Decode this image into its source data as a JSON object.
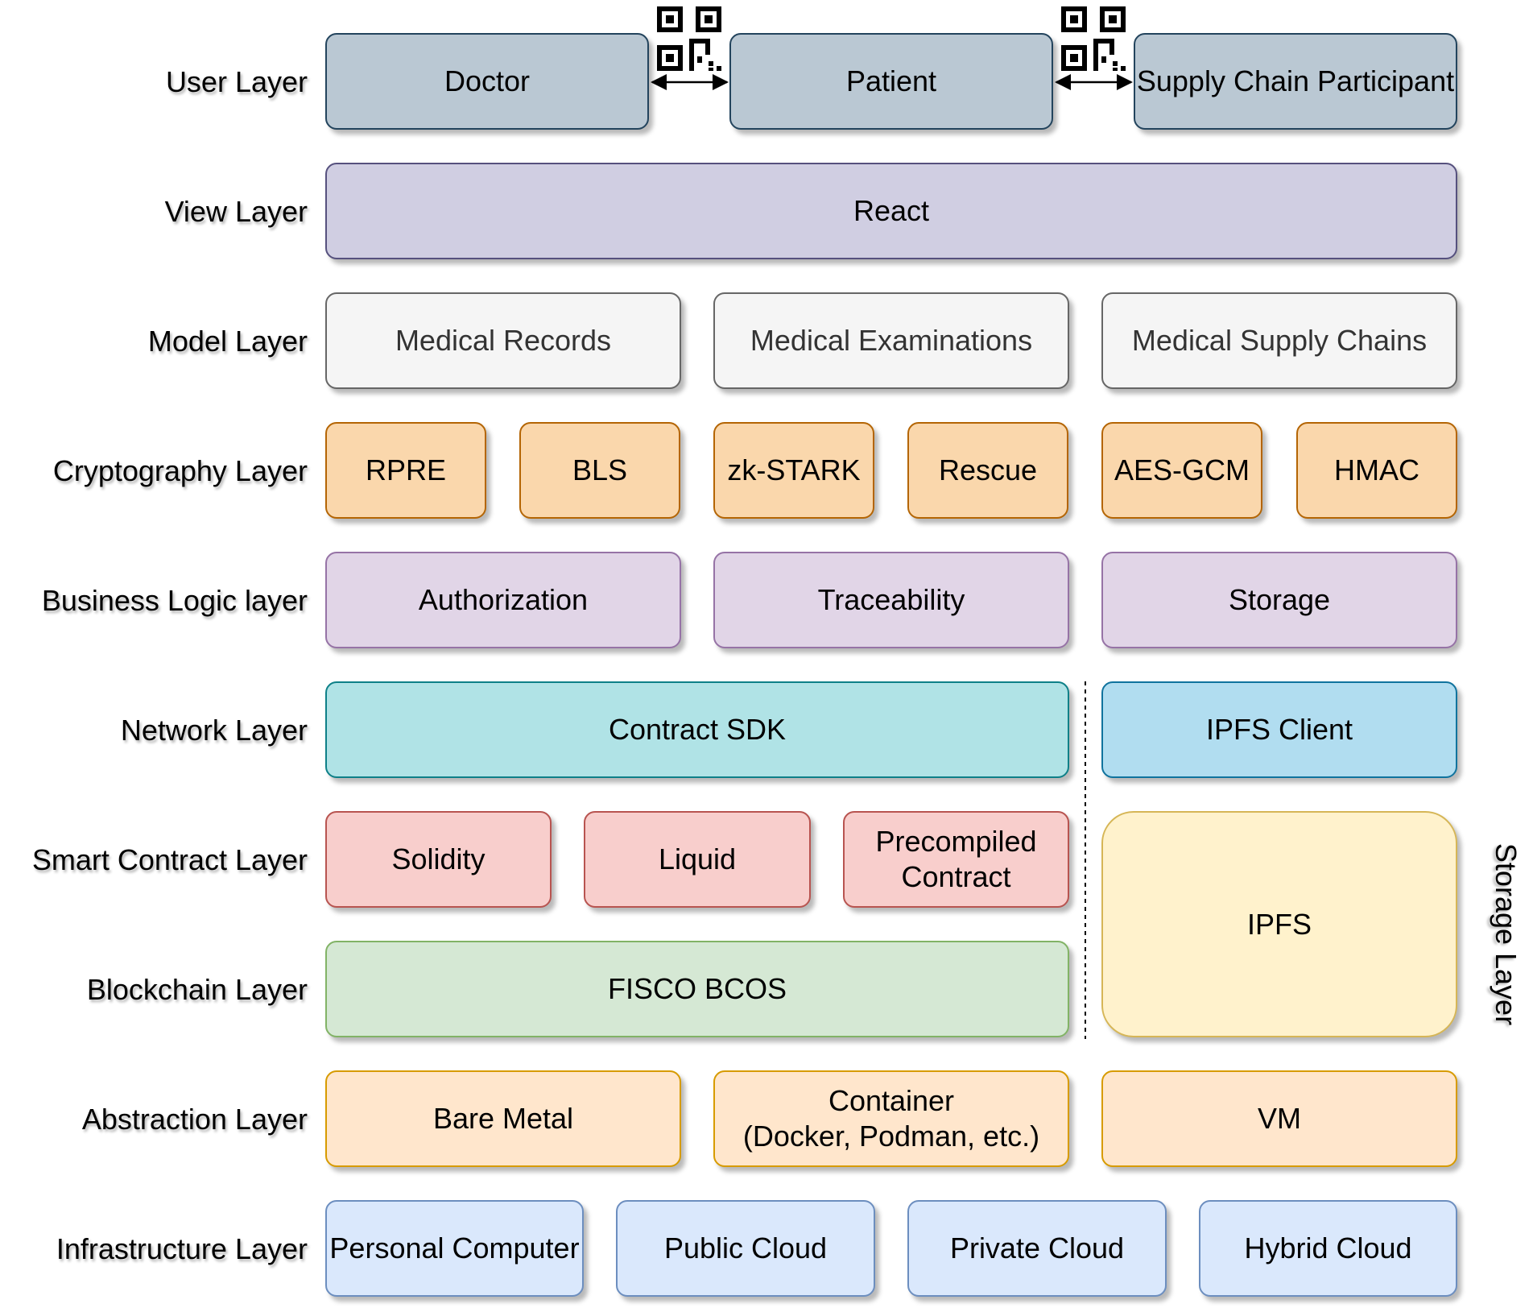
{
  "layers": {
    "user": "User Layer",
    "view": "View Layer",
    "model": "Model Layer",
    "crypto": "Cryptography Layer",
    "business": "Business Logic layer",
    "network": "Network Layer",
    "smart": "Smart Contract Layer",
    "blockchain": "Blockchain Layer",
    "abstraction": "Abstraction Layer",
    "infrastructure": "Infrastructure Layer",
    "storage": "Storage Layer"
  },
  "user": {
    "doctor": "Doctor",
    "patient": "Patient",
    "supply": "Supply Chain Participant"
  },
  "view": {
    "react": "React"
  },
  "model": {
    "records": "Medical Records",
    "exams": "Medical Examinations",
    "supply": "Medical Supply Chains"
  },
  "crypto": {
    "rpre": "RPRE",
    "bls": "BLS",
    "zkstark": "zk-STARK",
    "rescue": "Rescue",
    "aesgcm": "AES-GCM",
    "hmac": "HMAC"
  },
  "business": {
    "auth": "Authorization",
    "trace": "Traceability",
    "storage": "Storage"
  },
  "network": {
    "sdk": "Contract SDK",
    "ipfs_client": "IPFS Client"
  },
  "smart": {
    "solidity": "Solidity",
    "liquid": "Liquid",
    "precompiled_1": "Precompiled",
    "precompiled_2": "Contract"
  },
  "storage_box": {
    "ipfs": "IPFS"
  },
  "blockchain": {
    "fisco": "FISCO BCOS"
  },
  "abstraction": {
    "bare": "Bare Metal",
    "container_1": "Container",
    "container_2": "(Docker, Podman, etc.)",
    "vm": "VM"
  },
  "infrastructure": {
    "pc": "Personal Computer",
    "public": "Public Cloud",
    "private": "Private Cloud",
    "hybrid": "Hybrid Cloud"
  },
  "icons": [
    "qr-code-icon",
    "double-arrow-icon"
  ]
}
